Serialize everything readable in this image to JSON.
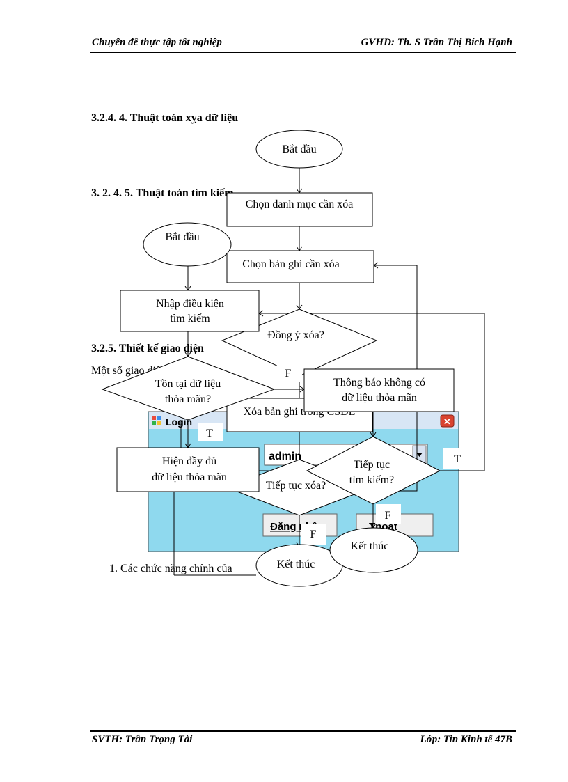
{
  "header": {
    "left": "Chuyên đề thực tập tốt nghiệp",
    "right": "GVHD: Th. S Trần Thị Bích Hạnh"
  },
  "footer": {
    "left": "SVTH: Trần Trọng Tài",
    "right": "Lớp: Tin Kinh tế 47B"
  },
  "sections": {
    "s1": "3.2.4. 4. Thuật toán xỵa dữ liệu",
    "s2": "3. 2. 4. 5. Thuật toán tìm kiếm",
    "s3": "3.2.5. Thiết kế giao diện",
    "body_line": "Một số giao diện của chương",
    "list_item": "1.  Các chức năng chính của"
  },
  "delete_flow": {
    "start": "Bắt đầu",
    "choose_category": "Chọn danh  mục cần xóa",
    "choose_record": "Chọn bản ghi cần xóa",
    "confirm": "Đồng ý xóa?",
    "delete_record": "Xóa bản ghi trong CSDL",
    "continue_delete": "Tiếp tục xóa?",
    "end": "Kết thúc",
    "label_f1": "F",
    "label_f2": "F"
  },
  "search_flow": {
    "start": "Bắt đầu",
    "input_line1": "Nhập điều kiện",
    "input_line2": "tìm kiếm",
    "exists_line1": "Tồn tại dữ liệu",
    "exists_line2": "thỏa mãn?",
    "notfound_line1": "Thông báo không có",
    "notfound_line2": "dữ liệu thỏa mãn",
    "show_line1": "Hiện đầy đủ",
    "show_line2": "dữ liệu thỏa mãn",
    "continue_line1": "Tiếp tục",
    "continue_line2": "tìm kiếm?",
    "end": "Kết thúc",
    "label_t1": "T",
    "label_t2": "T",
    "label_f": "F"
  },
  "login_window": {
    "title": "Login",
    "username_value": "admin",
    "login_button": "Đăng nhập",
    "exit_button": "Thoát"
  }
}
